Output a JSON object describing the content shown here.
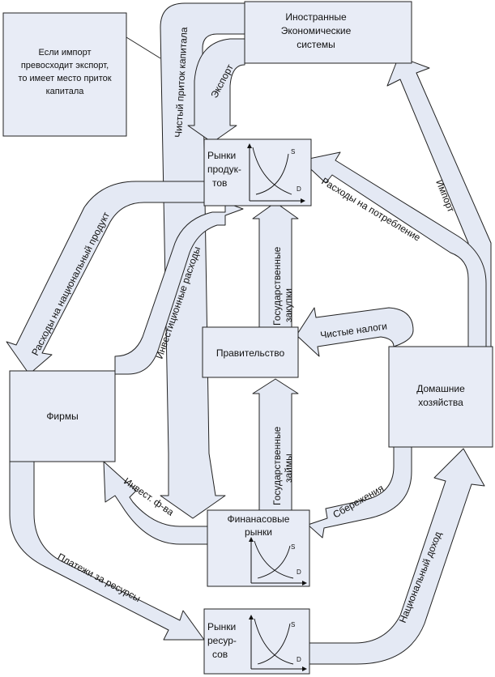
{
  "boxes": {
    "note": [
      "Если импорт",
      "превосходит экспорт,",
      "то имеет место приток",
      "капитала"
    ],
    "foreign": [
      "Иностранные",
      "Экономические",
      "системы"
    ],
    "product_markets": [
      "Рынки",
      "продук-",
      "тов"
    ],
    "government": "Правительство",
    "firms": "Фирмы",
    "households": [
      "Домашние",
      "хозяйства"
    ],
    "financial_markets": [
      "Финанасовые",
      "рынки"
    ],
    "resource_markets": [
      "Рынки",
      "ресур-",
      "сов"
    ]
  },
  "curve_labels": {
    "supply": "S",
    "demand": "D"
  },
  "flows": {
    "net_capital_inflow": "Чистый приток капитала",
    "export": "Экспорт",
    "import": "Импорт",
    "consumption_spending": "Расходы на потребление",
    "national_product_spending": "Расходы на национальный продукт",
    "investment_spending": "Инвестиционные расходы",
    "government_purchases": [
      "Государственные",
      "закупки"
    ],
    "net_taxes": "Чистые налоги",
    "government_borrowing": [
      "Государственные",
      "займы"
    ],
    "savings": "Сбережения",
    "investment_funds": "Инвест. ф-ва",
    "resource_payments": "Платежи за ресурсы",
    "national_income": "Национальный доход"
  }
}
